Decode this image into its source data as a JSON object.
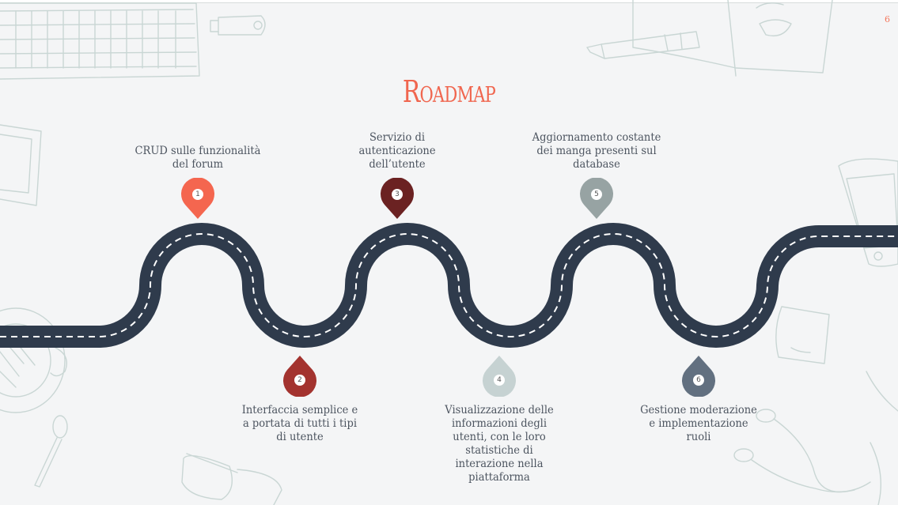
{
  "slide": {
    "title": "Roadmap",
    "page_number": "6",
    "accent_color": "#f0664f",
    "road_color": "#2f3b4c"
  },
  "milestones": [
    {
      "number": "1",
      "label": "CRUD sulle funzionalità del forum",
      "color": "#f4664f",
      "icon": "map-pin-icon"
    },
    {
      "number": "2",
      "label": "Interfaccia semplice e a portata di tutti i tipi di utente",
      "color": "#a3332f",
      "icon": "map-pin-icon"
    },
    {
      "number": "3",
      "label": "Servizio di autenticazione dell’utente",
      "color": "#6b2222",
      "icon": "map-pin-icon"
    },
    {
      "number": "4",
      "label": "Visualizzazione delle informazioni degli utenti, con le loro statistiche di interazione nella piattaforma",
      "color": "#c6d2d2",
      "icon": "map-pin-icon"
    },
    {
      "number": "5",
      "label": "Aggiornamento costante dei manga presenti sul database",
      "color": "#97a3a3",
      "icon": "map-pin-icon"
    },
    {
      "number": "6",
      "label": "Gestione moderazione e implementazione ruoli",
      "color": "#627080",
      "icon": "map-pin-icon"
    }
  ]
}
